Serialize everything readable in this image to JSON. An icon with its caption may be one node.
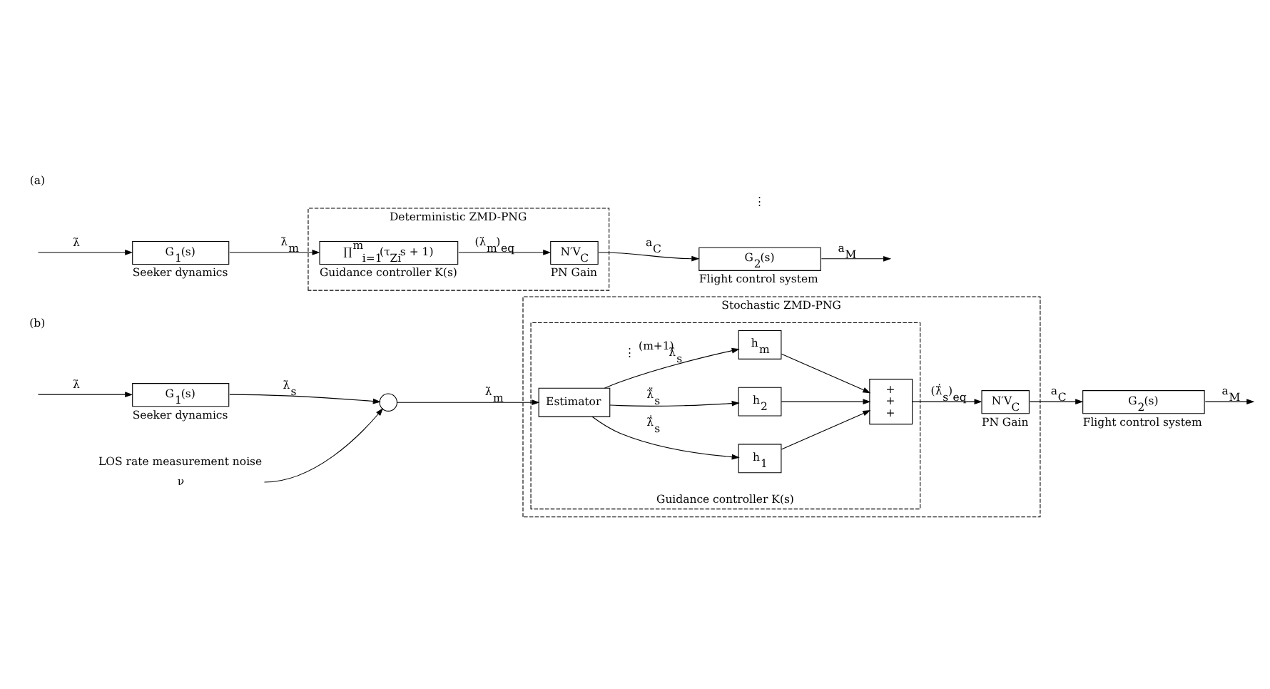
{
  "diagram": {
    "nodes": [
      {
        "text": [
          "Deterministic ZMD-PNG"
        ]
      },
      {
        "text": [
          "G$_{1}$(s)"
        ],
        "beside": [
          "Seeker dynamics"
        ]
      },
      {
        "text": [
          "∏$^{m}$$_{i=1}$(τ$_{Zi}$s + 1)"
        ],
        "in": 0,
        "beside": [
          "Guidance controller K(s)"
        ]
      },
      {
        "text": [
          "N′V$_{C}$"
        ],
        "in": 0,
        "beside": [
          "PN Gain"
        ]
      },
      {
        "text": [
          "G$_{2}$(s)"
        ],
        "beside": [
          "Flight control system"
        ]
      },
      {
        "text": [
          "G$_{1}$(s)"
        ],
        "beside": [
          "Seeker dynamics"
        ]
      },
      {
        "text": [
          "ν"
        ],
        "beside": [
          "LOS rate measurement noise"
        ]
      },
      {
        "text": [],
        "shape": "circle"
      },
      {
        "text": [
          "Stochastic ZMD-PNG"
        ]
      },
      {
        "text": [
          "Guidance controller K(s)"
        ],
        "in": 8
      },
      {
        "text": [
          "Estimator"
        ],
        "in": 9
      },
      {
        "text": [
          "h$_{1}$"
        ],
        "in": 9
      },
      {
        "text": [
          "h$_{2}$"
        ],
        "in": 9
      },
      {
        "text": [
          "h$_{m}$"
        ],
        "in": 9
      },
      {
        "text": [
          "+",
          "+",
          "+"
        ],
        "in": 9
      },
      {
        "text": [
          "N′V$_{C}$"
        ],
        "in": 8,
        "beside": [
          "PN Gain"
        ]
      },
      {
        "text": [
          "G$_{2}$(s)"
        ],
        "beside": [
          "Flight control system"
        ]
      }
    ],
    "edges": [
      {
        "from": null,
        "to": 1,
        "arrow": "to",
        "label": "λ̇"
      },
      {
        "from": 1,
        "to": 2,
        "arrow": "to",
        "label": "λ̇$_{m}$"
      },
      {
        "from": 2,
        "to": 3,
        "arrow": "to",
        "label": "(λ̇$_{m}$)$_{eq}$"
      },
      {
        "from": 3,
        "to": 4,
        "arrow": "to",
        "label": "a$_{C}$"
      },
      {
        "from": 4,
        "to": null,
        "arrow": "to",
        "label": "a$_{M}$"
      },
      {
        "from": null,
        "to": 5,
        "arrow": "to",
        "label": "λ̇"
      },
      {
        "from": 5,
        "to": 7,
        "arrow": "to",
        "label": "λ̇$_{s}$"
      },
      {
        "from": 6,
        "to": 7,
        "arrow": "to"
      },
      {
        "from": 7,
        "to": 10,
        "arrow": "to",
        "label": "λ̇$_{m}$"
      },
      {
        "from": 10,
        "to": 11,
        "arrow": "to",
        "label": "λ̂̇$_{s}$"
      },
      {
        "from": 10,
        "to": 12,
        "arrow": "to",
        "label": "λ̂̈$_{s}$"
      },
      {
        "from": 10,
        "to": 13,
        "arrow": "to",
        "label": "⋮ $^{(m+1)}$λ̂$_{s}$"
      },
      {
        "from": 11,
        "to": 14,
        "arrow": "to"
      },
      {
        "from": 12,
        "to": 14,
        "arrow": "to"
      },
      {
        "from": 13,
        "to": 14,
        "arrow": "to"
      },
      {
        "from": 14,
        "to": 15,
        "arrow": "to",
        "label": "(λ̂̇$_{s}$)$_{eq}$"
      },
      {
        "from": 15,
        "to": 16,
        "arrow": "to",
        "label": "a$_{C}$"
      },
      {
        "from": 16,
        "to": null,
        "arrow": "to",
        "label": "a$_{M}$"
      }
    ],
    "labels": [
      "(a)",
      "(b)",
      "⋮"
    ]
  }
}
